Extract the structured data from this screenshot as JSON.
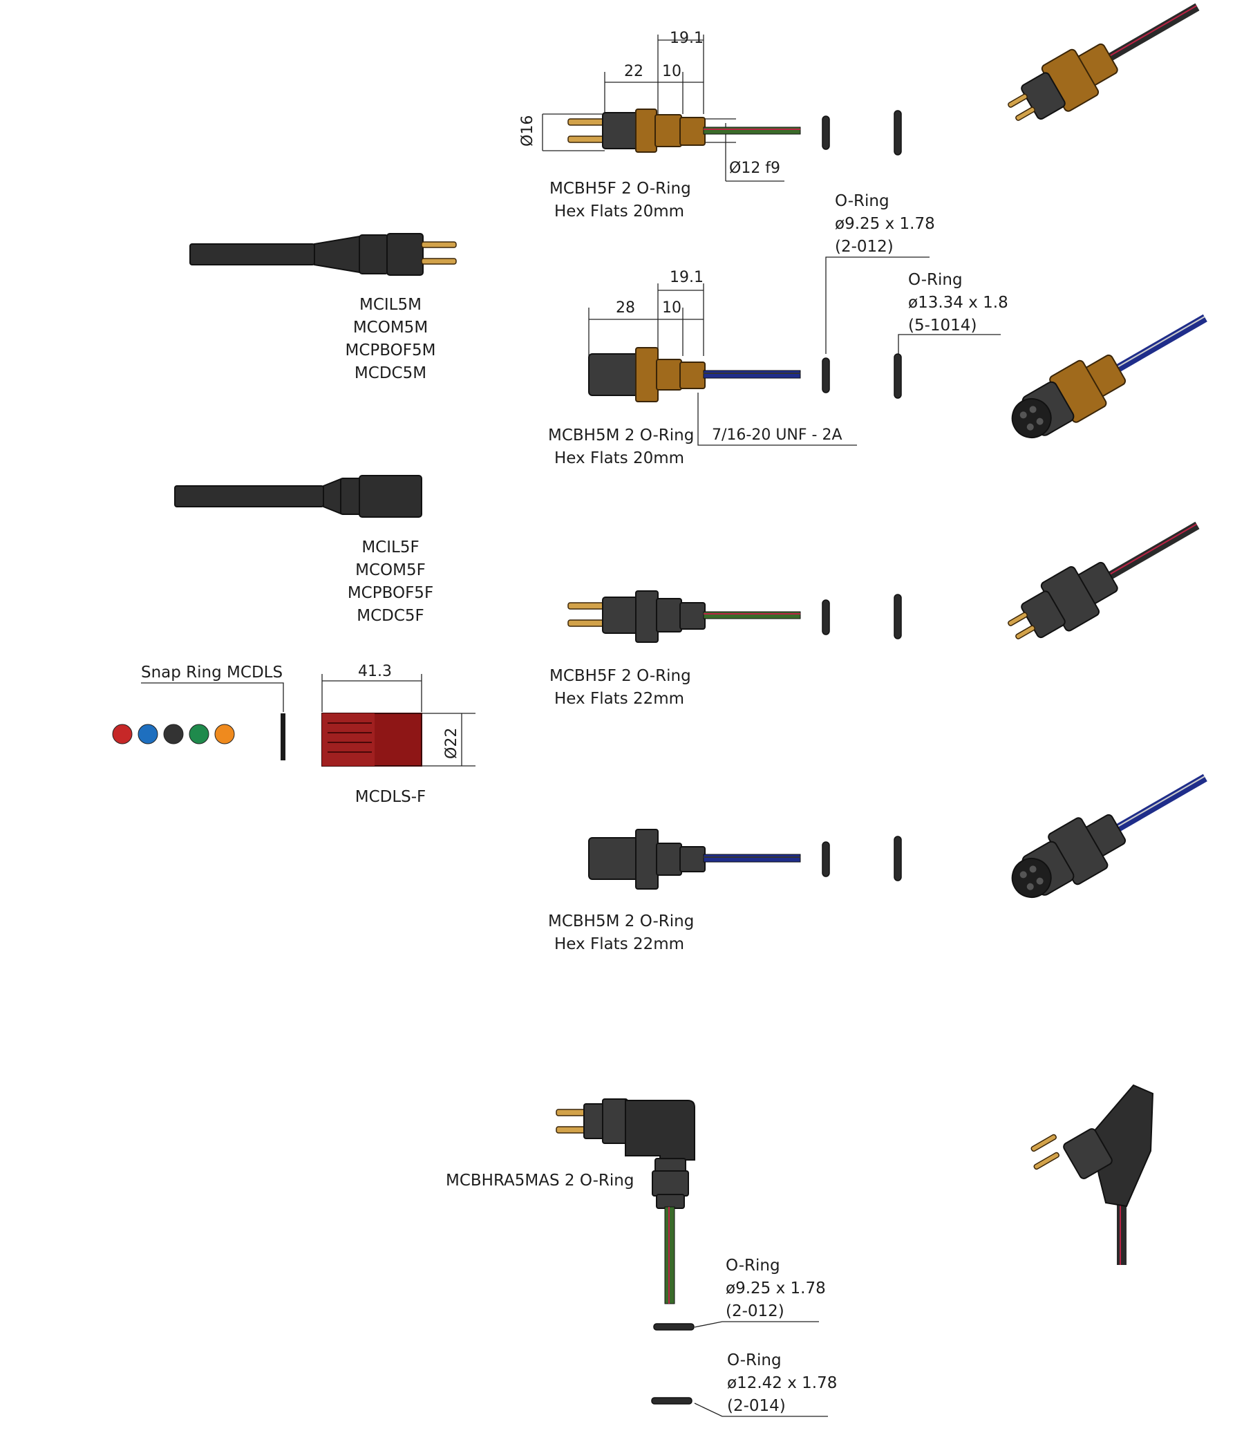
{
  "drawing": {
    "top_connector": {
      "name": "MCBH5F 2 O-Ring",
      "hex": "Hex Flats 20mm",
      "dim_19_1": "19.1",
      "dim_22": "22",
      "dim_10": "10",
      "dim_diam16": "Ø16",
      "dim_thread": "Ø12 f9"
    },
    "second_connector": {
      "name": "MCBH5M 2 O-Ring",
      "hex": "Hex Flats 20mm",
      "dim_19_1": "19.1",
      "dim_28": "28",
      "dim_10": "10",
      "dim_thread": "7/16-20 UNF - 2A"
    },
    "oring_a": {
      "line1": "O-Ring",
      "line2": "ø9.25 x 1.78",
      "line3": "(2-012)"
    },
    "oring_b": {
      "line1": "O-Ring",
      "line2": "ø13.34 x 1.8",
      "line3": "(5-1014)"
    },
    "third_connector": {
      "name": "MCBH5F 2 O-Ring",
      "hex": "Hex Flats 22mm"
    },
    "fourth_connector": {
      "name": "MCBH5M 2 O-Ring",
      "hex": "Hex Flats 22mm"
    },
    "right_angle": {
      "name": "MCBHRA5MAS 2 O-Ring"
    },
    "oring_c": {
      "line1": "O-Ring",
      "line2": "ø9.25 x 1.78",
      "line3": "(2-012)"
    },
    "oring_d": {
      "line1": "O-Ring",
      "line2": "ø12.42 x 1.78",
      "line3": "(2-014)"
    },
    "inline_male": {
      "l1": "MCIL5M",
      "l2": "MCOM5M",
      "l3": "MCPBOF5M",
      "l4": "MCDC5M"
    },
    "inline_female": {
      "l1": "MCIL5F",
      "l2": "MCOM5F",
      "l3": "MCPBOF5F",
      "l4": "MCDC5F"
    },
    "snap_ring": {
      "label": "Snap Ring MCDLS",
      "colors": [
        "#c62828",
        "#1e6fbf",
        "#333333",
        "#1f8a4c",
        "#ef8a1e"
      ]
    },
    "locking_sleeve": {
      "name": "MCDLS-F",
      "dim_len": "41.3",
      "dim_diam": "Ø22"
    }
  }
}
